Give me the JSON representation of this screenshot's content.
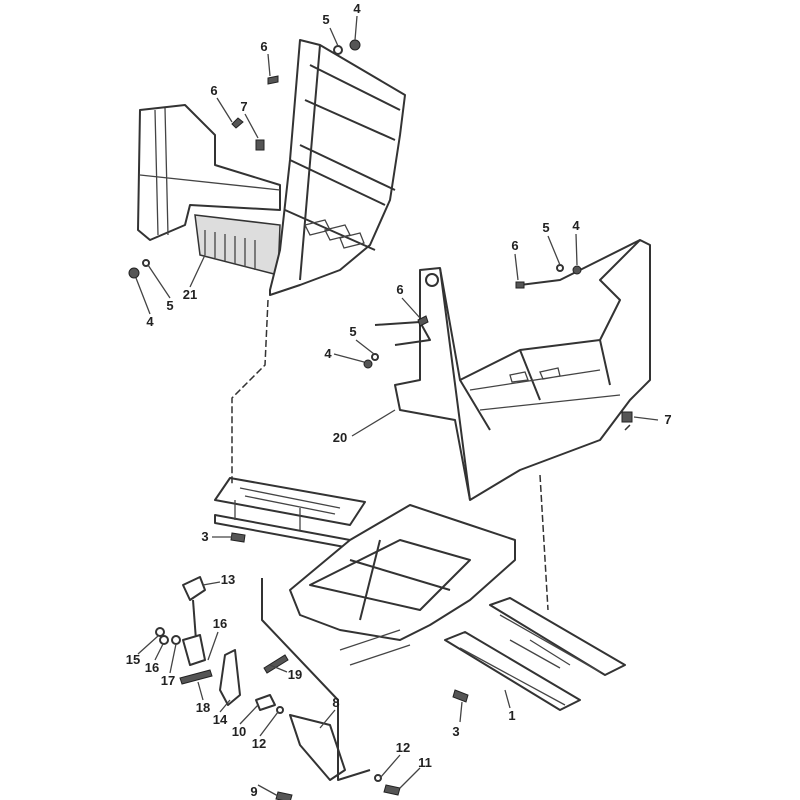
{
  "diagram": {
    "type": "exploded parts diagram",
    "callouts": {
      "top_left": {
        "nut_4": "4",
        "washer_5": "5",
        "bolt_6a": "6",
        "bolt_6b": "6",
        "bolt_7": "7",
        "bracket_21": "21",
        "washer_5b": "5",
        "nut_4b": "4"
      },
      "right_floor": {
        "bolt_6a": "6",
        "washer_5a": "5",
        "nut_4a": "4",
        "bolt_6b": "6",
        "washer_5b": "5",
        "nut_4b": "4",
        "bolt_7": "7",
        "floor_20": "20"
      },
      "frame": {
        "bolt_3a": "3",
        "bolt_3b": "3",
        "rail_1": "1"
      },
      "pedal": {
        "pedal_13": "13",
        "nut_15": "15",
        "washer_16a": "16",
        "washer_17": "17",
        "washer_16b": "16",
        "spring_18": "18",
        "spring_19": "19",
        "arm_14": "14",
        "bushing_10": "10",
        "washer_12a": "12",
        "bracket_8": "8",
        "washer_12b": "12",
        "bolt_11": "11",
        "bolt_9": "9"
      }
    }
  }
}
